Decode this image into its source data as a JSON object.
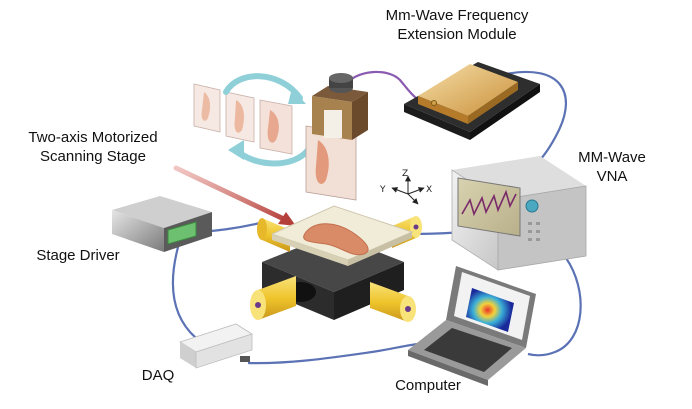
{
  "labels": {
    "module": [
      "Mm-Wave Frequency",
      "Extension Module"
    ],
    "stage": [
      "Two-axis Motorized",
      "Scanning Stage"
    ],
    "vna": [
      "MM-Wave",
      "VNA"
    ],
    "driver": "Stage Driver",
    "daq": "DAQ",
    "computer": "Computer"
  },
  "axes": {
    "x": "X",
    "y": "Y",
    "z": "Z"
  },
  "colors": {
    "cable": "#5b72b5",
    "cable_purple": "#8a5bb0",
    "motor_yellow": "#f1cf3a",
    "sample_skin": "#d98a66",
    "stage_black": "#3a3a3a",
    "module_tan": "#e8c27a",
    "beam_red": "#c0524c",
    "rotate_arrow": "#8fd0d8"
  }
}
